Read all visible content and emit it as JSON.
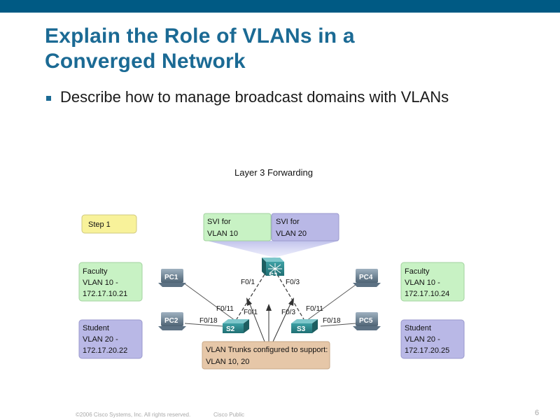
{
  "slide": {
    "title_line1": "Explain the Role of VLANs in a",
    "title_line2": "Converged Network",
    "bullet": "Describe how to manage broadcast domains with VLANs",
    "page_number": "6"
  },
  "footer": {
    "copyright": "©2006 Cisco Systems, Inc. All rights reserved.",
    "classification": "Cisco Public"
  },
  "diagram": {
    "title": "Layer 3 Forwarding",
    "step": "Step 1",
    "svi_vlan10": [
      "SVI for",
      "VLAN 10"
    ],
    "svi_vlan20": [
      "SVI for",
      "VLAN 20"
    ],
    "faculty_left": [
      "Faculty",
      "VLAN 10 -",
      "172.17.10.21"
    ],
    "student_left": [
      "Student",
      "VLAN 20 -",
      "172.17.20.22"
    ],
    "faculty_right": [
      "Faculty",
      "VLAN 10 -",
      "172.17.10.24"
    ],
    "student_right": [
      "Student",
      "VLAN 20 -",
      "172.17.20.25"
    ],
    "trunk_note": [
      "VLAN Trunks configured to support:",
      "VLAN 10, 20"
    ],
    "devices": {
      "s1": "S1",
      "s2": "S2",
      "s3": "S3",
      "pc1": "PC1",
      "pc2": "PC2",
      "pc4": "PC4",
      "pc5": "PC5"
    },
    "ports": {
      "s1_left": "F0/1",
      "s1_right": "F0/3",
      "s2_pc1": "F0/11",
      "s2_pc2": "F0/18",
      "s2_s1": "F0/1",
      "s3_s1": "F0/3",
      "s3_pc4": "F0/11",
      "s3_pc5": "F0/18"
    },
    "colors": {
      "green": "#c8f2c4",
      "purple": "#b9b8e6",
      "yellow": "#f8f29a",
      "tan": "#e6c7a8",
      "switch": "#2f8a8e"
    }
  }
}
